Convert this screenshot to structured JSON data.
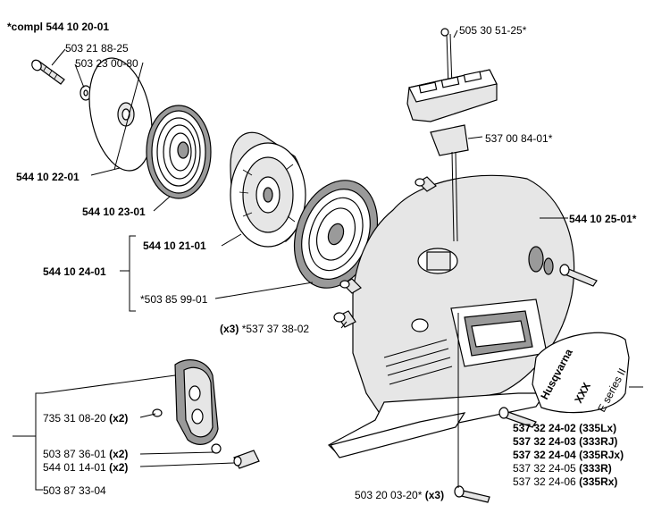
{
  "title": "*compl 544 10 20-01",
  "parts": [
    {
      "id": "p1",
      "num": "503 21 88-25",
      "qty": "",
      "bold": false
    },
    {
      "id": "p2",
      "num": "503 23 00-80",
      "qty": "",
      "bold": false
    },
    {
      "id": "p3",
      "num": "505 30 51-25*",
      "qty": "",
      "bold": false
    },
    {
      "id": "p4",
      "num": "537 00 84-01*",
      "qty": "",
      "bold": false
    },
    {
      "id": "p5",
      "num": "544 10 22-01",
      "qty": "",
      "bold": true
    },
    {
      "id": "p6",
      "num": "544 10 23-01",
      "qty": "",
      "bold": true
    },
    {
      "id": "p7",
      "num": "544 10 25-01*",
      "qty": "",
      "bold": true
    },
    {
      "id": "p8",
      "num": "544 10 21-01",
      "qty": "",
      "bold": true
    },
    {
      "id": "p9",
      "num": "544 10 24-01",
      "qty": "",
      "bold": true
    },
    {
      "id": "p10",
      "num": "*503 85 99-01",
      "qty": "",
      "bold": false
    },
    {
      "id": "p11",
      "num": "*537 37 38-02",
      "qty": "(x3)",
      "bold": false
    },
    {
      "id": "p12",
      "num": "735 31 08-20",
      "qty": "(x2)",
      "bold": false
    },
    {
      "id": "p13",
      "num": "503 87 36-01",
      "qty": "(x2)",
      "bold": false
    },
    {
      "id": "p14",
      "num": "544 01 14-01",
      "qty": "(x2)",
      "bold": false
    },
    {
      "id": "p15",
      "num": "503 87 33-04",
      "qty": "",
      "bold": false
    },
    {
      "id": "p16",
      "num": "503 20 03-20*",
      "qty": "(x3)",
      "bold": false
    }
  ],
  "decal_parts": [
    {
      "num": "537 32 24-02",
      "model": "(335Lx)",
      "bold": true
    },
    {
      "num": "537 32 24-03",
      "model": "(333RJ)",
      "bold": true
    },
    {
      "num": "537 32 24-04",
      "model": "(335RJx)",
      "bold": true
    },
    {
      "num": "537 32 24-05",
      "model": "(333R)",
      "bold": false
    },
    {
      "num": "537 32 24-06",
      "model": "(335Rx)",
      "bold": false
    }
  ],
  "decal": {
    "brand": "Husqvarna",
    "model_mark": "XXX",
    "small_print": "E series II"
  }
}
